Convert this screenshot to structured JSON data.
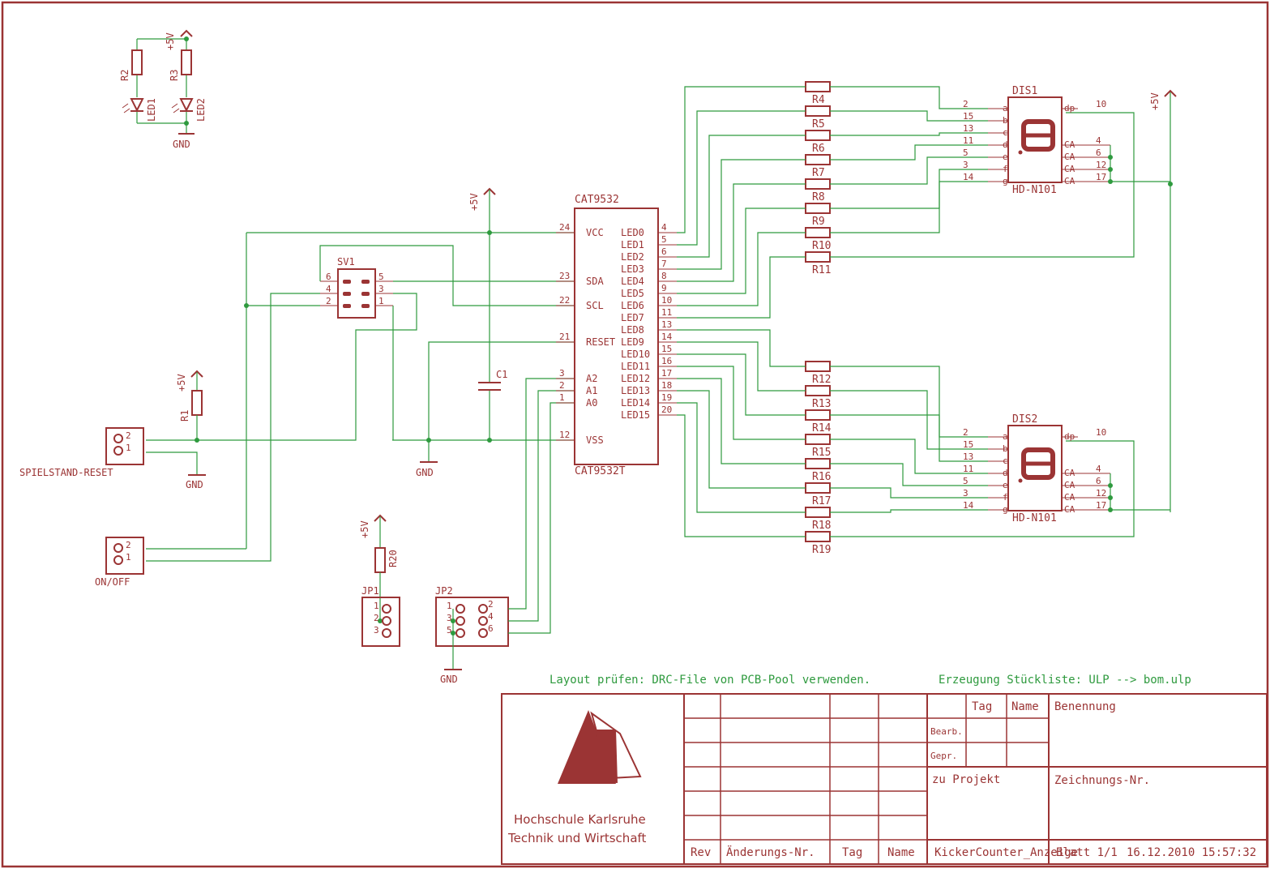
{
  "ic": {
    "name": "CAT9532",
    "value": "CAT9532T",
    "left_pins": [
      {
        "num": "24",
        "name": "VCC"
      },
      {
        "num": "23",
        "name": "SDA"
      },
      {
        "num": "22",
        "name": "SCL"
      },
      {
        "num": "21",
        "name": "RESET"
      },
      {
        "num": "3",
        "name": "A2"
      },
      {
        "num": "2",
        "name": "A1"
      },
      {
        "num": "1",
        "name": "A0"
      },
      {
        "num": "12",
        "name": "VSS"
      }
    ],
    "right_pins": [
      {
        "num": "4",
        "name": "LED0"
      },
      {
        "num": "5",
        "name": "LED1"
      },
      {
        "num": "6",
        "name": "LED2"
      },
      {
        "num": "7",
        "name": "LED3"
      },
      {
        "num": "8",
        "name": "LED4"
      },
      {
        "num": "9",
        "name": "LED5"
      },
      {
        "num": "10",
        "name": "LED6"
      },
      {
        "num": "11",
        "name": "LED7"
      },
      {
        "num": "13",
        "name": "LED8"
      },
      {
        "num": "14",
        "name": "LED9"
      },
      {
        "num": "15",
        "name": "LED10"
      },
      {
        "num": "16",
        "name": "LED11"
      },
      {
        "num": "17",
        "name": "LED12"
      },
      {
        "num": "18",
        "name": "LED13"
      },
      {
        "num": "19",
        "name": "LED14"
      },
      {
        "num": "20",
        "name": "LED15"
      }
    ]
  },
  "resistors_top": [
    "R4",
    "R5",
    "R6",
    "R7",
    "R8",
    "R9",
    "R10",
    "R11"
  ],
  "resistors_bottom": [
    "R12",
    "R13",
    "R14",
    "R15",
    "R16",
    "R17",
    "R18",
    "R19"
  ],
  "displays": [
    {
      "name": "DIS1",
      "value": "HD-N101",
      "seg_pins": [
        "2",
        "15",
        "13",
        "11",
        "5",
        "3",
        "14"
      ],
      "seg_names": [
        "a",
        "b",
        "c",
        "d",
        "e",
        "f",
        "g"
      ],
      "dp": "10",
      "ca_pins": [
        "4",
        "6",
        "12",
        "17"
      ],
      "ca_label": "CA",
      "dp_label": "dp"
    },
    {
      "name": "DIS2",
      "value": "HD-N101",
      "seg_pins": [
        "2",
        "15",
        "13",
        "11",
        "5",
        "3",
        "14"
      ],
      "seg_names": [
        "a",
        "b",
        "c",
        "d",
        "e",
        "f",
        "g"
      ],
      "dp": "10",
      "ca_pins": [
        "4",
        "6",
        "12",
        "17"
      ],
      "ca_label": "CA",
      "dp_label": "dp"
    }
  ],
  "labels": {
    "vcc": "+5V",
    "gnd": "GND",
    "r1": "R1",
    "r2": "R2",
    "r3": "R3",
    "r20": "R20",
    "led1": "LED1",
    "led2": "LED2",
    "c1": "C1",
    "sv1": "SV1",
    "sv1_pins": [
      "6",
      "4",
      "2",
      "5",
      "3",
      "1"
    ],
    "reset_conn": "SPIELSTAND-RESET",
    "onoff_conn": "ON/OFF",
    "conn_pins": [
      "2",
      "1"
    ],
    "jp1": "JP1",
    "jp1_pins": [
      "1",
      "2",
      "3"
    ],
    "jp2": "JP2",
    "jp2_left_pins": [
      "1",
      "3",
      "5"
    ],
    "jp2_right_pins": [
      "2",
      "4",
      "6"
    ]
  },
  "notes": {
    "drc": "Layout prüfen: DRC-File von PCB-Pool verwenden.",
    "bom": "Erzeugung Stückliste: ULP -->  bom.ulp"
  },
  "titleblock": {
    "school_line1": "Hochschule Karlsruhe",
    "school_line2": "Technik und Wirtschaft",
    "rev": "Rev",
    "aend": "Änderungs-Nr.",
    "tag": "Tag",
    "name": "Name",
    "tag2": "Tag",
    "name2": "Name",
    "bearb": "Bearb.",
    "gepr": "Gepr.",
    "benennung": "Benennung",
    "zu_projekt": "zu Projekt",
    "zeichnungs": "Zeichnungs-Nr.",
    "filename": "KickerCounter_Anzeige",
    "blatt": "Blatt 1/1",
    "date": "16.12.2010 15:57:32"
  },
  "colors": {
    "parts": "#9b3434",
    "wires": "#2e9a3e",
    "background": "#ffffff"
  }
}
